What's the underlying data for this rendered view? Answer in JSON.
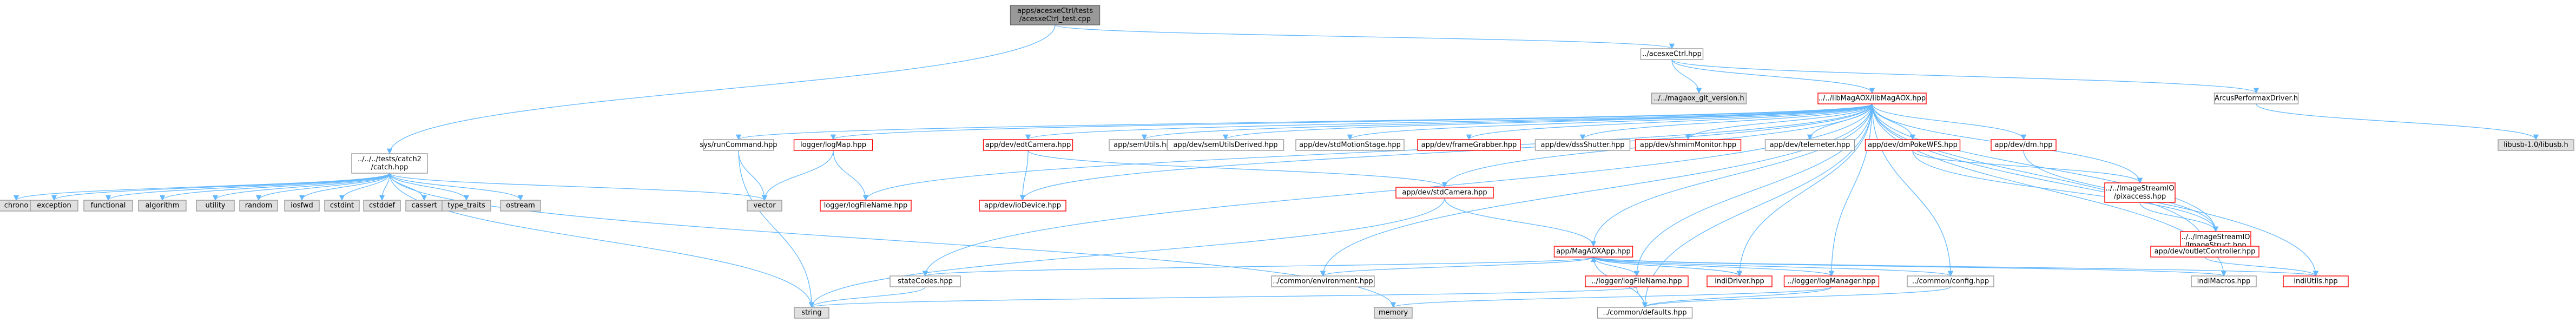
{
  "colors": {
    "root_fill": "#999999",
    "root_border": "#666666",
    "normal_fill": "#ffffff",
    "normal_border": "#999999",
    "red_border": "#ff0000",
    "gray_fill": "#e0e0e0",
    "gray_border": "#999999",
    "edge": "#63b8ff",
    "edge_dark": "#8aa8d6"
  },
  "nodes": [
    {
      "id": "root",
      "lines": [
        "apps/acesxeCtrl/tests",
        "/acesxeCtrl_test.cpp"
      ],
      "style": "root"
    },
    {
      "id": "acesxe",
      "lines": [
        "../acesxeCtrl.hpp"
      ],
      "style": "normal"
    },
    {
      "id": "catch",
      "lines": [
        "../../../tests/catch2",
        "/catch.hpp"
      ],
      "style": "normal"
    },
    {
      "id": "magaox_git",
      "lines": [
        "../../magaox_git_version.h"
      ],
      "style": "gray"
    },
    {
      "id": "libmagaox",
      "lines": [
        "../../libMagAOX/libMagAOX.hpp"
      ],
      "style": "red"
    },
    {
      "id": "arcus",
      "lines": [
        "ArcusPerformaxDriver.h"
      ],
      "style": "normal"
    },
    {
      "id": "libusb",
      "lines": [
        "libusb-1.0/libusb.h"
      ],
      "style": "gray"
    },
    {
      "id": "chrono",
      "lines": [
        "chrono"
      ],
      "style": "gray"
    },
    {
      "id": "exception",
      "lines": [
        "exception"
      ],
      "style": "gray"
    },
    {
      "id": "functional",
      "lines": [
        "functional"
      ],
      "style": "gray"
    },
    {
      "id": "algorithm",
      "lines": [
        "algorithm"
      ],
      "style": "gray"
    },
    {
      "id": "utility",
      "lines": [
        "utility"
      ],
      "style": "gray"
    },
    {
      "id": "random",
      "lines": [
        "random"
      ],
      "style": "gray"
    },
    {
      "id": "iosfwd",
      "lines": [
        "iosfwd"
      ],
      "style": "gray"
    },
    {
      "id": "cstdint",
      "lines": [
        "cstdint"
      ],
      "style": "gray"
    },
    {
      "id": "cstddef",
      "lines": [
        "cstddef"
      ],
      "style": "gray"
    },
    {
      "id": "cassert",
      "lines": [
        "cassert"
      ],
      "style": "gray"
    },
    {
      "id": "type_traits",
      "lines": [
        "type_traits"
      ],
      "style": "gray"
    },
    {
      "id": "ostream",
      "lines": [
        "ostream"
      ],
      "style": "gray"
    },
    {
      "id": "vector",
      "lines": [
        "vector"
      ],
      "style": "gray"
    },
    {
      "id": "sysruncmd",
      "lines": [
        "sys/runCommand.hpp"
      ],
      "style": "normal"
    },
    {
      "id": "logmap",
      "lines": [
        "logger/logMap.hpp"
      ],
      "style": "red"
    },
    {
      "id": "logfilename",
      "lines": [
        "logger/logFileName.hpp"
      ],
      "style": "red"
    },
    {
      "id": "edtcamera",
      "lines": [
        "app/dev/edtCamera.hpp"
      ],
      "style": "red"
    },
    {
      "id": "ioDevice",
      "lines": [
        "app/dev/ioDevice.hpp"
      ],
      "style": "red"
    },
    {
      "id": "semutils",
      "lines": [
        "app/semUtils.hpp"
      ],
      "style": "normal"
    },
    {
      "id": "semutilsderived",
      "lines": [
        "app/dev/semUtilsDerived.hpp"
      ],
      "style": "normal"
    },
    {
      "id": "stdmotion",
      "lines": [
        "app/dev/stdMotionStage.hpp"
      ],
      "style": "normal"
    },
    {
      "id": "framegrabber",
      "lines": [
        "app/dev/frameGrabber.hpp"
      ],
      "style": "red"
    },
    {
      "id": "dssshutter",
      "lines": [
        "app/dev/dssShutter.hpp"
      ],
      "style": "normal"
    },
    {
      "id": "shmim",
      "lines": [
        "app/dev/shmimMonitor.hpp"
      ],
      "style": "red"
    },
    {
      "id": "telemeter",
      "lines": [
        "app/dev/telemeter.hpp"
      ],
      "style": "normal"
    },
    {
      "id": "dmpoke",
      "lines": [
        "app/dev/dmPokeWFS.hpp"
      ],
      "style": "red"
    },
    {
      "id": "dm",
      "lines": [
        "app/dev/dm.hpp"
      ],
      "style": "red"
    },
    {
      "id": "pixaccess",
      "lines": [
        "../../ImageStreamIO",
        "/pixaccess.hpp"
      ],
      "style": "red"
    },
    {
      "id": "imagestruct",
      "lines": [
        "../../ImageStreamIO",
        "/ImageStruct.hpp"
      ],
      "style": "red"
    },
    {
      "id": "stdcamera",
      "lines": [
        "app/dev/stdCamera.hpp"
      ],
      "style": "red"
    },
    {
      "id": "magaoxapp",
      "lines": [
        "app/MagAOXApp.hpp"
      ],
      "style": "red"
    },
    {
      "id": "outletctrl",
      "lines": [
        "app/dev/outletController.hpp"
      ],
      "style": "red"
    },
    {
      "id": "statecodes",
      "lines": [
        "stateCodes.hpp"
      ],
      "style": "normal"
    },
    {
      "id": "environment",
      "lines": [
        "../common/environment.hpp"
      ],
      "style": "normal"
    },
    {
      "id": "logfilenamelogger",
      "lines": [
        "../logger/logFileName.hpp"
      ],
      "style": "red"
    },
    {
      "id": "indidriver",
      "lines": [
        "indiDriver.hpp"
      ],
      "style": "red"
    },
    {
      "id": "logmanager",
      "lines": [
        "../logger/logManager.hpp"
      ],
      "style": "red"
    },
    {
      "id": "commonconfig",
      "lines": [
        "../common/config.hpp"
      ],
      "style": "normal"
    },
    {
      "id": "indimacros",
      "lines": [
        "indiMacros.hpp"
      ],
      "style": "normal"
    },
    {
      "id": "indiutils",
      "lines": [
        "indiUtils.hpp"
      ],
      "style": "red"
    },
    {
      "id": "string",
      "lines": [
        "string"
      ],
      "style": "gray"
    },
    {
      "id": "memory",
      "lines": [
        "memory"
      ],
      "style": "gray"
    },
    {
      "id": "defaults",
      "lines": [
        "../common/defaults.hpp"
      ],
      "style": "normal"
    }
  ],
  "edges": [
    [
      "root",
      "acesxe"
    ],
    [
      "root",
      "catch"
    ],
    [
      "acesxe",
      "magaox_git"
    ],
    [
      "acesxe",
      "libmagaox"
    ],
    [
      "acesxe",
      "arcus"
    ],
    [
      "arcus",
      "libusb"
    ],
    [
      "catch",
      "chrono"
    ],
    [
      "catch",
      "exception"
    ],
    [
      "catch",
      "functional"
    ],
    [
      "catch",
      "algorithm"
    ],
    [
      "catch",
      "utility"
    ],
    [
      "catch",
      "random"
    ],
    [
      "catch",
      "iosfwd"
    ],
    [
      "catch",
      "cstdint"
    ],
    [
      "catch",
      "cstddef"
    ],
    [
      "catch",
      "cassert"
    ],
    [
      "catch",
      "type_traits"
    ],
    [
      "catch",
      "ostream"
    ],
    [
      "catch",
      "vector"
    ],
    [
      "catch",
      "string"
    ],
    [
      "catch",
      "memory"
    ],
    [
      "libmagaox",
      "sysruncmd"
    ],
    [
      "libmagaox",
      "logmap"
    ],
    [
      "libmagaox",
      "logfilename"
    ],
    [
      "libmagaox",
      "edtcamera"
    ],
    [
      "libmagaox",
      "ioDevice"
    ],
    [
      "libmagaox",
      "semutils"
    ],
    [
      "libmagaox",
      "semutilsderived"
    ],
    [
      "libmagaox",
      "stdmotion"
    ],
    [
      "libmagaox",
      "framegrabber"
    ],
    [
      "libmagaox",
      "dssshutter"
    ],
    [
      "libmagaox",
      "shmim"
    ],
    [
      "libmagaox",
      "telemeter"
    ],
    [
      "libmagaox",
      "dmpoke"
    ],
    [
      "libmagaox",
      "dm"
    ],
    [
      "libmagaox",
      "pixaccess"
    ],
    [
      "libmagaox",
      "imagestruct"
    ],
    [
      "libmagaox",
      "stdcamera"
    ],
    [
      "libmagaox",
      "magaoxapp"
    ],
    [
      "libmagaox",
      "outletctrl"
    ],
    [
      "libmagaox",
      "statecodes"
    ],
    [
      "libmagaox",
      "environment"
    ],
    [
      "libmagaox",
      "logfilenamelogger"
    ],
    [
      "libmagaox",
      "indidriver"
    ],
    [
      "libmagaox",
      "logmanager"
    ],
    [
      "libmagaox",
      "commonconfig"
    ],
    [
      "libmagaox",
      "indimacros"
    ],
    [
      "libmagaox",
      "indiutils"
    ],
    [
      "libmagaox",
      "defaults"
    ],
    [
      "sysruncmd",
      "vector"
    ],
    [
      "sysruncmd",
      "string"
    ],
    [
      "logmap",
      "logfilename"
    ],
    [
      "logmap",
      "vector"
    ],
    [
      "edtcamera",
      "ioDevice"
    ],
    [
      "edtcamera",
      "stdcamera"
    ],
    [
      "dmpoke",
      "pixaccess"
    ],
    [
      "dmpoke",
      "imagestruct"
    ],
    [
      "dm",
      "imagestruct"
    ],
    [
      "pixaccess",
      "imagestruct"
    ],
    [
      "stdcamera",
      "magaoxapp"
    ],
    [
      "stdcamera",
      "string"
    ],
    [
      "magaoxapp",
      "statecodes"
    ],
    [
      "magaoxapp",
      "environment"
    ],
    [
      "magaoxapp",
      "logfilenamelogger"
    ],
    [
      "magaoxapp",
      "indidriver"
    ],
    [
      "magaoxapp",
      "logmanager"
    ],
    [
      "magaoxapp",
      "commonconfig"
    ],
    [
      "magaoxapp",
      "indimacros"
    ],
    [
      "magaoxapp",
      "indiutils"
    ],
    [
      "magaoxapp",
      "defaults"
    ],
    [
      "outletctrl",
      "indiutils"
    ],
    [
      "statecodes",
      "string"
    ],
    [
      "logfilenamelogger",
      "string"
    ],
    [
      "logfilenamelogger",
      "defaults"
    ],
    [
      "indidriver",
      "magaoxapp"
    ],
    [
      "logmanager",
      "memory"
    ],
    [
      "logmanager",
      "defaults"
    ],
    [
      "commonconfig",
      "defaults"
    ]
  ]
}
